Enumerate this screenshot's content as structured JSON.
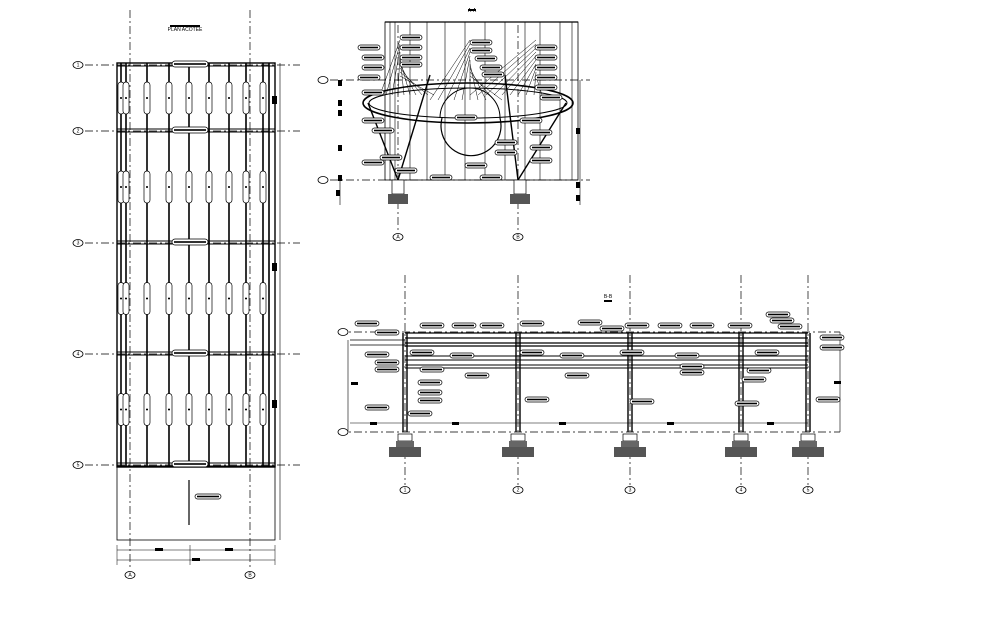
{
  "drawing": {
    "plan_title": "PLAN ACOTEE",
    "section_title": "A-A",
    "elevation_title": "B-B",
    "plan_grid_rows": [
      "1",
      "2",
      "3",
      "4",
      "5"
    ],
    "plan_grid_cols": [
      "A",
      "B"
    ],
    "section_grid_cols": [
      "A",
      "B"
    ],
    "elevation_grid_cols": [
      "1",
      "2",
      "3",
      "4",
      "5"
    ]
  },
  "colors": {
    "line": "#000000",
    "footing": "#555555",
    "pill": "#ffffff"
  }
}
